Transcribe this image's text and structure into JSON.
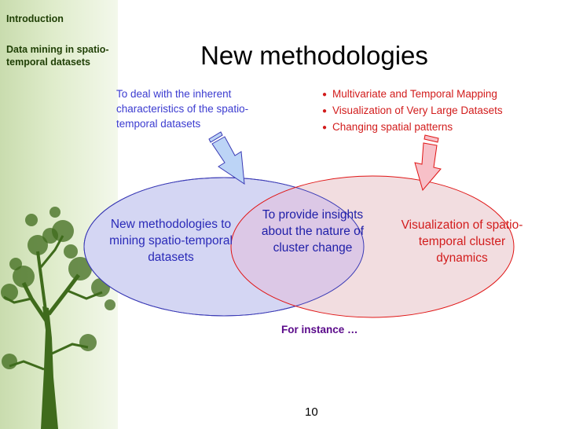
{
  "sidebar": {
    "section": "Introduction",
    "subsection": "Data mining in spatio-temporal datasets",
    "illustration": "tree-silhouette"
  },
  "slide": {
    "title": "New methodologies",
    "left_note": "To deal with the inherent characteristics of the spatio-temporal datasets",
    "bullets": [
      "Multivariate and Temporal Mapping",
      "Visualization of Very Large Datasets",
      "Changing spatial patterns"
    ],
    "footer_note": "For instance …",
    "page_number": "10"
  },
  "diagram": {
    "left_circle_label": "New methodologies to mining spatio-temporal datasets",
    "intersection_label": "To provide insights about the nature of cluster change",
    "right_circle_label": "Visualization of spatio-temporal cluster dynamics",
    "colors": {
      "left_outline": "#3a3ab5",
      "left_fill": "#d4d6f3",
      "right_outline": "#e01515",
      "right_fill": "#f2dde0",
      "overlap_fill": "#dcc8e6",
      "left_arrow": "#bcd4f6",
      "right_arrow": "#f7c0c8"
    }
  }
}
